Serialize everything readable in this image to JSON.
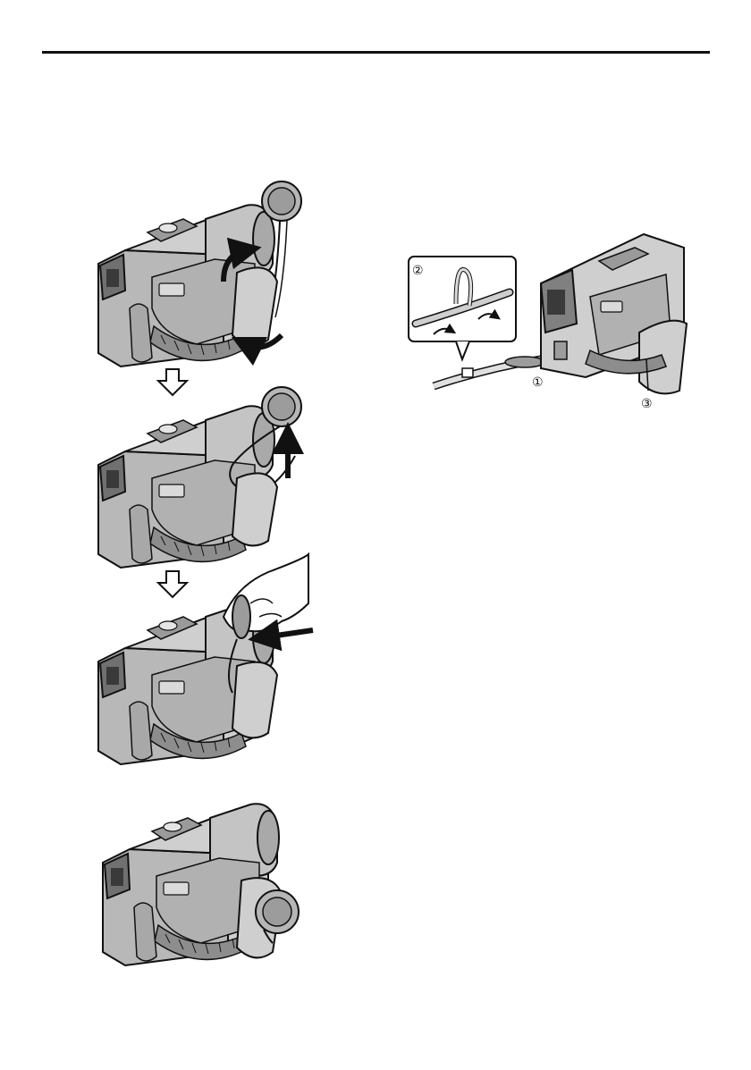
{
  "page": {
    "background": "#ffffff",
    "ink": "#111111",
    "body_gray": "#bdbdbd",
    "dark_gray": "#8a8a8a",
    "light_gray": "#dcdcdc"
  },
  "figures": {
    "inset": {
      "label": "②"
    },
    "strap_callouts": [
      {
        "label": "①"
      },
      {
        "label": "③"
      }
    ],
    "steps": [
      {
        "illustration": "camcorder-lens-cap-threading"
      },
      {
        "illustration": "camcorder-lens-cap-pull"
      },
      {
        "illustration": "camcorder-lens-cap-attach"
      },
      {
        "illustration": "camcorder-lens-cap-hanging"
      }
    ]
  }
}
